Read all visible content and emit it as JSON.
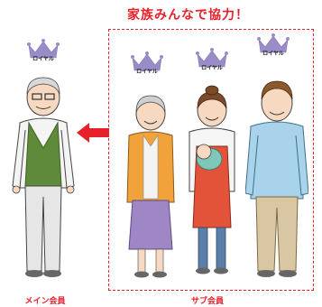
{
  "headline": "家族みんなで協力！",
  "crowns": [
    {
      "label": "ロイヤル"
    },
    {
      "label": "ロイヤル"
    },
    {
      "label": "ロイヤル"
    },
    {
      "label": "ロイヤル"
    }
  ],
  "captions": {
    "main": "メイン会員",
    "sub": "サブ会員"
  },
  "colors": {
    "accent": "#e8202a",
    "crown": "#9a8cc7"
  },
  "icons": [
    "crown-icon",
    "left-arrow-icon"
  ]
}
